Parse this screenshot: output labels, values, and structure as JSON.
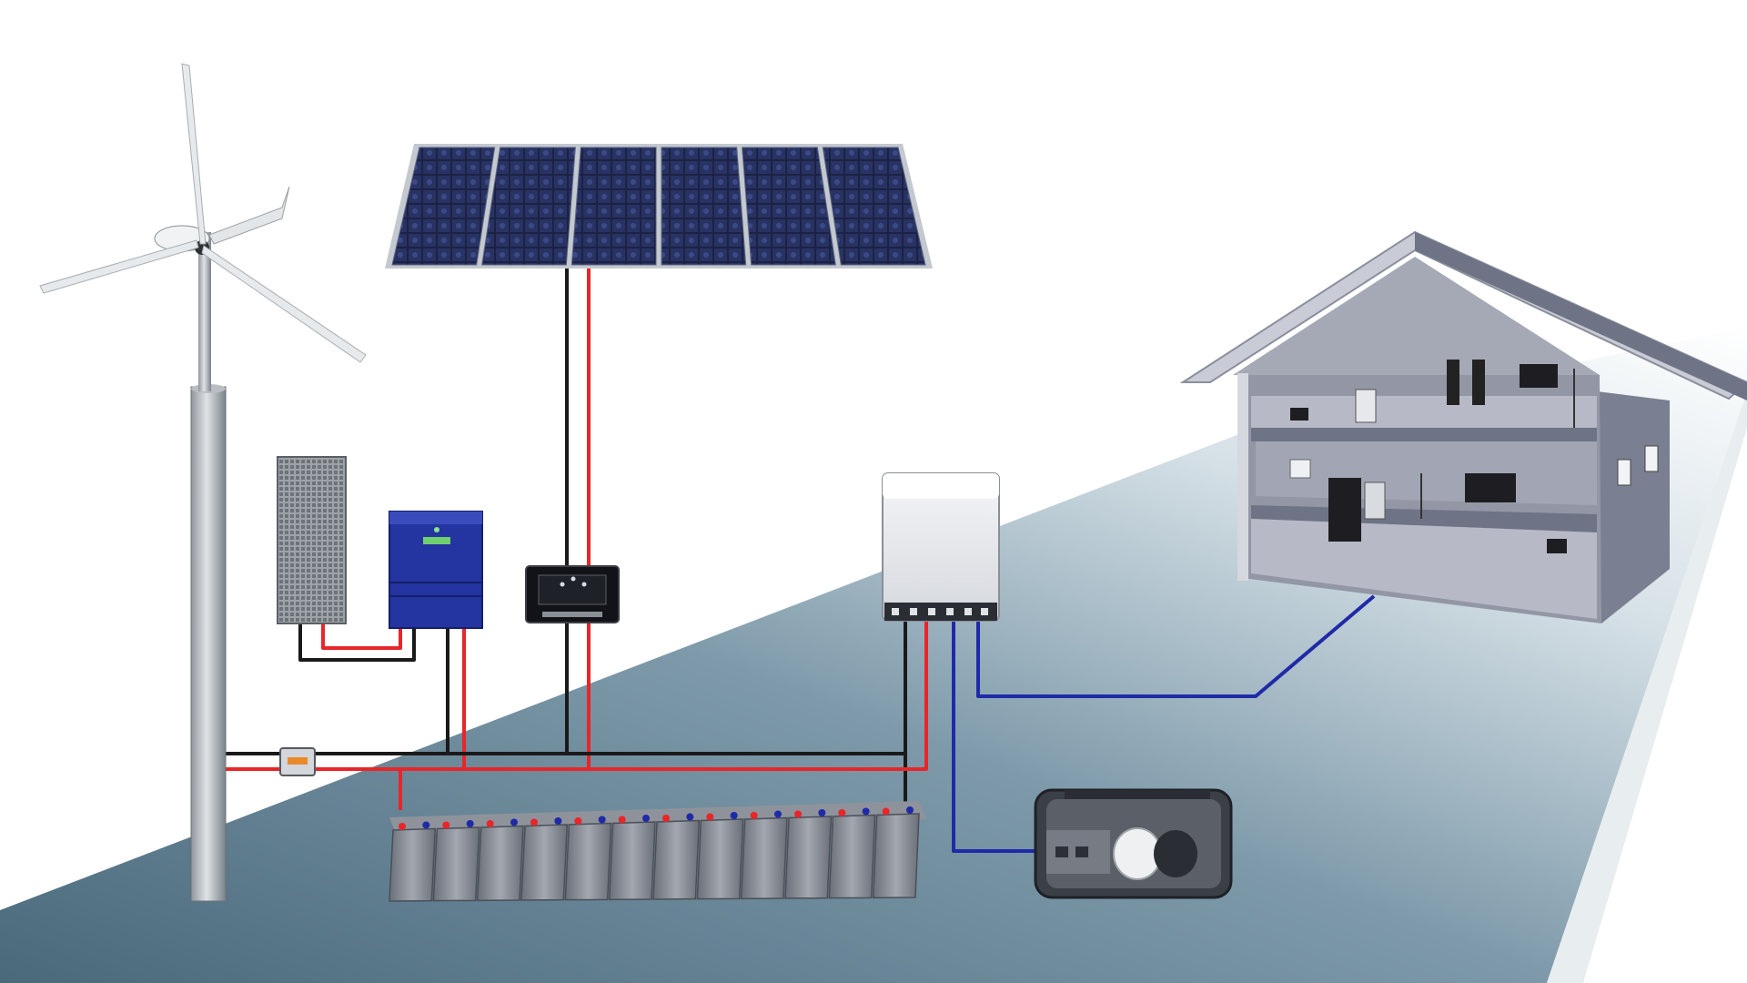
{
  "diagram": {
    "type": "off-grid hybrid power system",
    "components": [
      {
        "id": "wind-turbine",
        "icon": "wind-turbine-icon"
      },
      {
        "id": "solar-array",
        "icon": "solar-panel-icon",
        "panel_count": 6
      },
      {
        "id": "wind-brake-resistor",
        "icon": "resistor-icon"
      },
      {
        "id": "wind-controller",
        "icon": "controller-icon"
      },
      {
        "id": "solar-charge-controller",
        "icon": "charge-controller-icon"
      },
      {
        "id": "inverter",
        "icon": "inverter-icon"
      },
      {
        "id": "dc-breaker",
        "icon": "breaker-icon"
      },
      {
        "id": "battery-bank",
        "icon": "battery-icon",
        "cell_count": 12
      },
      {
        "id": "generator",
        "icon": "generator-icon"
      },
      {
        "id": "house",
        "icon": "house-icon"
      }
    ],
    "wire_colors": {
      "dc_positive": "#e8262a",
      "dc_negative": "#1a1a1a",
      "ac": "#1f2aa8"
    },
    "colors": {
      "ground": "#5d7a8c",
      "panel": "#1b2140",
      "controller": "#2434a0",
      "house_wall": "#6e7386",
      "house_roof": "#c9ccd6"
    }
  }
}
